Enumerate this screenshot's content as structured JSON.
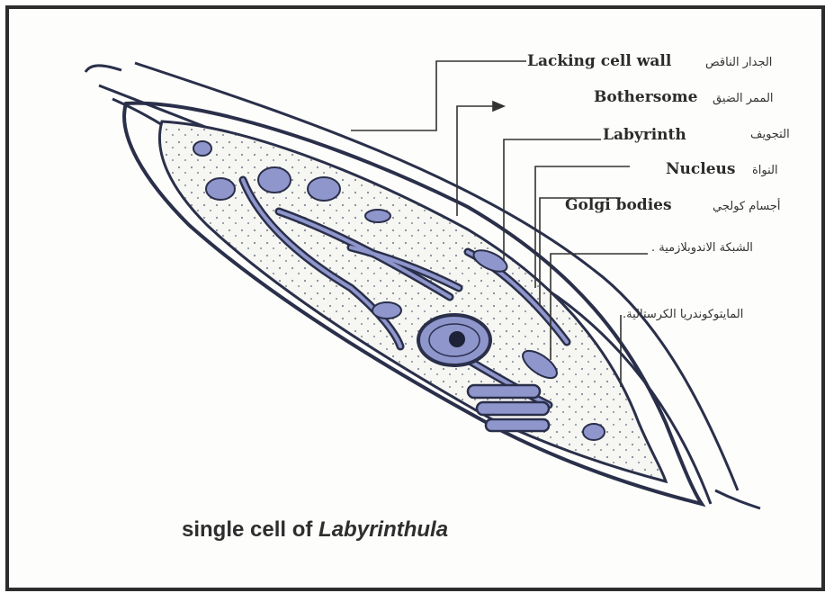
{
  "labels": {
    "lacking_cell_wall": {
      "en": "Lacking cell wall",
      "ar": "الجدار الناقص"
    },
    "bothersome": {
      "en": "Bothersome",
      "ar": "الممر الضيق"
    },
    "labyrinth": {
      "en": "Labyrinth",
      "ar": "التجويف"
    },
    "nucleus": {
      "en": "Nucleus",
      "ar": "النواة"
    },
    "golgi_bodies": {
      "en": "Golgi bodies",
      "ar": "أجسام كولجي"
    },
    "endoplasmic": {
      "ar": "الشبكة الاندوبلازمية ."
    },
    "mitochondria": {
      "ar": "المايتوكوندريا الكرستالية."
    }
  },
  "caption": {
    "prefix": "single cell of",
    "genus": "Labyrinthula"
  },
  "colors": {
    "line": "#2a2f4a",
    "organelle_fill": "#8e96cc",
    "cytoplasm": "#f6f6f2",
    "frame": "#2d2d2d"
  }
}
